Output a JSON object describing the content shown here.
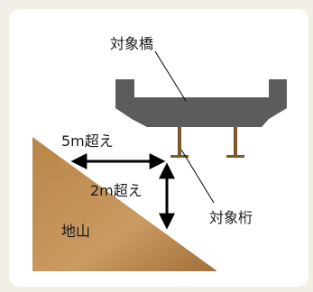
{
  "labels": {
    "target_bridge": "対象橋",
    "over_5m": "5m超え",
    "over_2m": "2m超え",
    "target_girder": "対象桁",
    "ground": "地山"
  },
  "colors": {
    "background": "#f3efe6",
    "card": "#ffffff",
    "bridge": "#5c5c5c",
    "girder_post": "#7a5a2a",
    "ground_light": "#d9b27e",
    "ground_dark": "#a8753f",
    "arrow": "#000000"
  }
}
